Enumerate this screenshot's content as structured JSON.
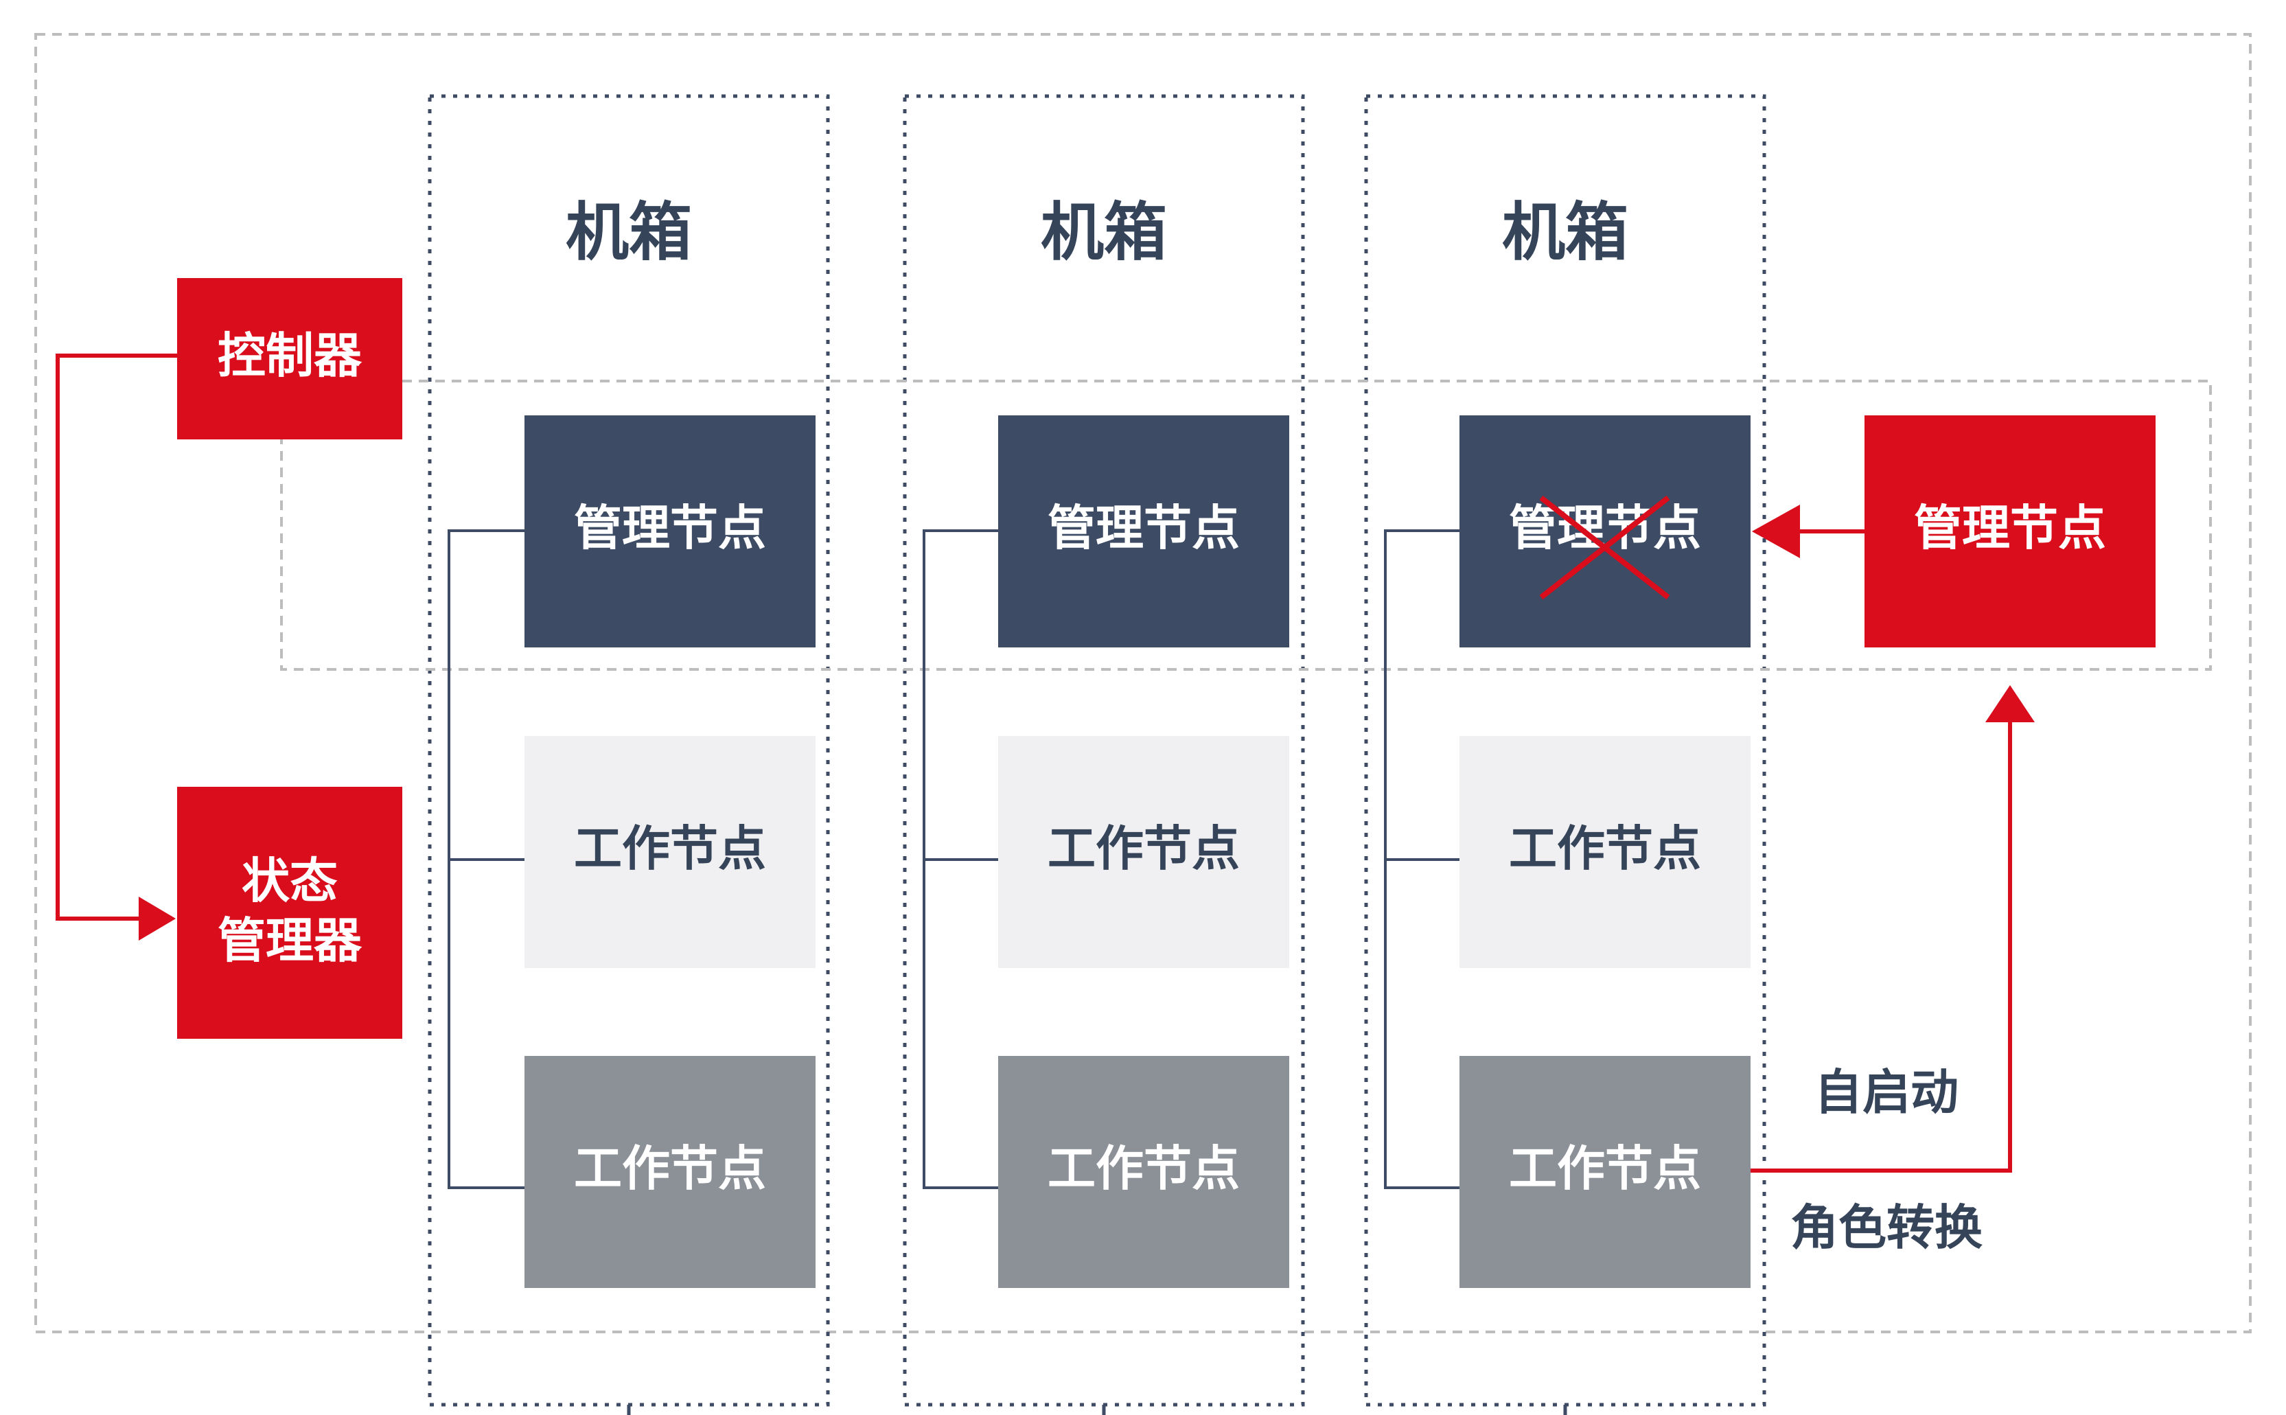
{
  "controller": {
    "label": "控制器",
    "color": "#d90d1b"
  },
  "state_manager": {
    "label_line1": "状态",
    "label_line2": "管理器",
    "color": "#d90d1b"
  },
  "chassis": [
    {
      "title": "机箱",
      "nodes": [
        {
          "label": "管理节点",
          "role": "manager",
          "failed": false
        },
        {
          "label": "工作节点",
          "role": "worker-light"
        },
        {
          "label": "工作节点",
          "role": "worker-gray"
        }
      ]
    },
    {
      "title": "机箱",
      "nodes": [
        {
          "label": "管理节点",
          "role": "manager",
          "failed": false
        },
        {
          "label": "工作节点",
          "role": "worker-light"
        },
        {
          "label": "工作节点",
          "role": "worker-gray"
        }
      ]
    },
    {
      "title": "机箱",
      "nodes": [
        {
          "label": "管理节点",
          "role": "manager",
          "failed": true
        },
        {
          "label": "工作节点",
          "role": "worker-light"
        },
        {
          "label": "工作节点",
          "role": "worker-gray"
        }
      ]
    }
  ],
  "new_manager": {
    "label": "管理节点",
    "color": "#d90d1b"
  },
  "annotations": {
    "auto_start": "自启动",
    "role_switch": "角色转换"
  },
  "colors": {
    "manager_fill": "#3d4c64",
    "worker_light_fill": "#f0f0f2",
    "worker_gray_fill": "#8c9198",
    "accent_red": "#d90d1b",
    "dark_text": "#36445a",
    "dashed_gray": "#bdbdbd",
    "dotted_navy": "#3d4c64"
  }
}
